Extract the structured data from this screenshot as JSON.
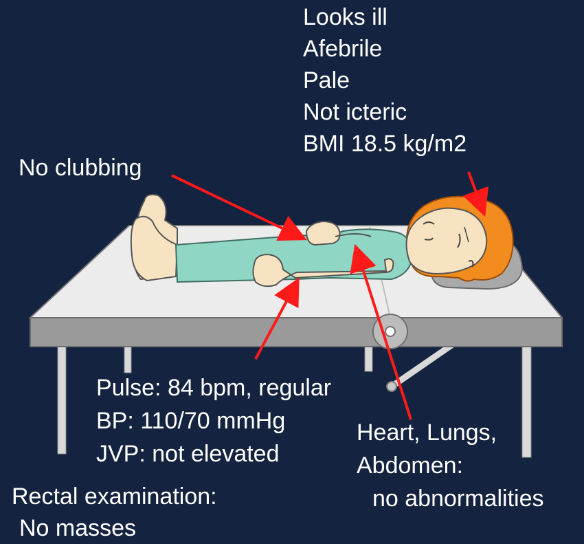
{
  "general_findings": [
    "Looks ill",
    "Afebrile",
    "Pale",
    "Not icteric",
    "BMI 18.5 kg/m2"
  ],
  "clubbing": "No clubbing",
  "vitals": [
    "Pulse: 84 bpm, regular",
    "BP: 110/70 mmHg",
    "JVP: not elevated"
  ],
  "cardio": [
    "Heart, Lungs,",
    "Abdomen:",
    "no abnormalities"
  ],
  "rectal": [
    "Rectal examination:",
    "No masses"
  ],
  "colors": {
    "background": "#14233f",
    "arrow": "#ff1a1a",
    "skin": "#f7e3c2",
    "gown": "#8fd6c4",
    "hair": "#f28c1e",
    "table_top": "#ececec",
    "table_frame": "#9a9a9a",
    "text": "#ffffff"
  }
}
